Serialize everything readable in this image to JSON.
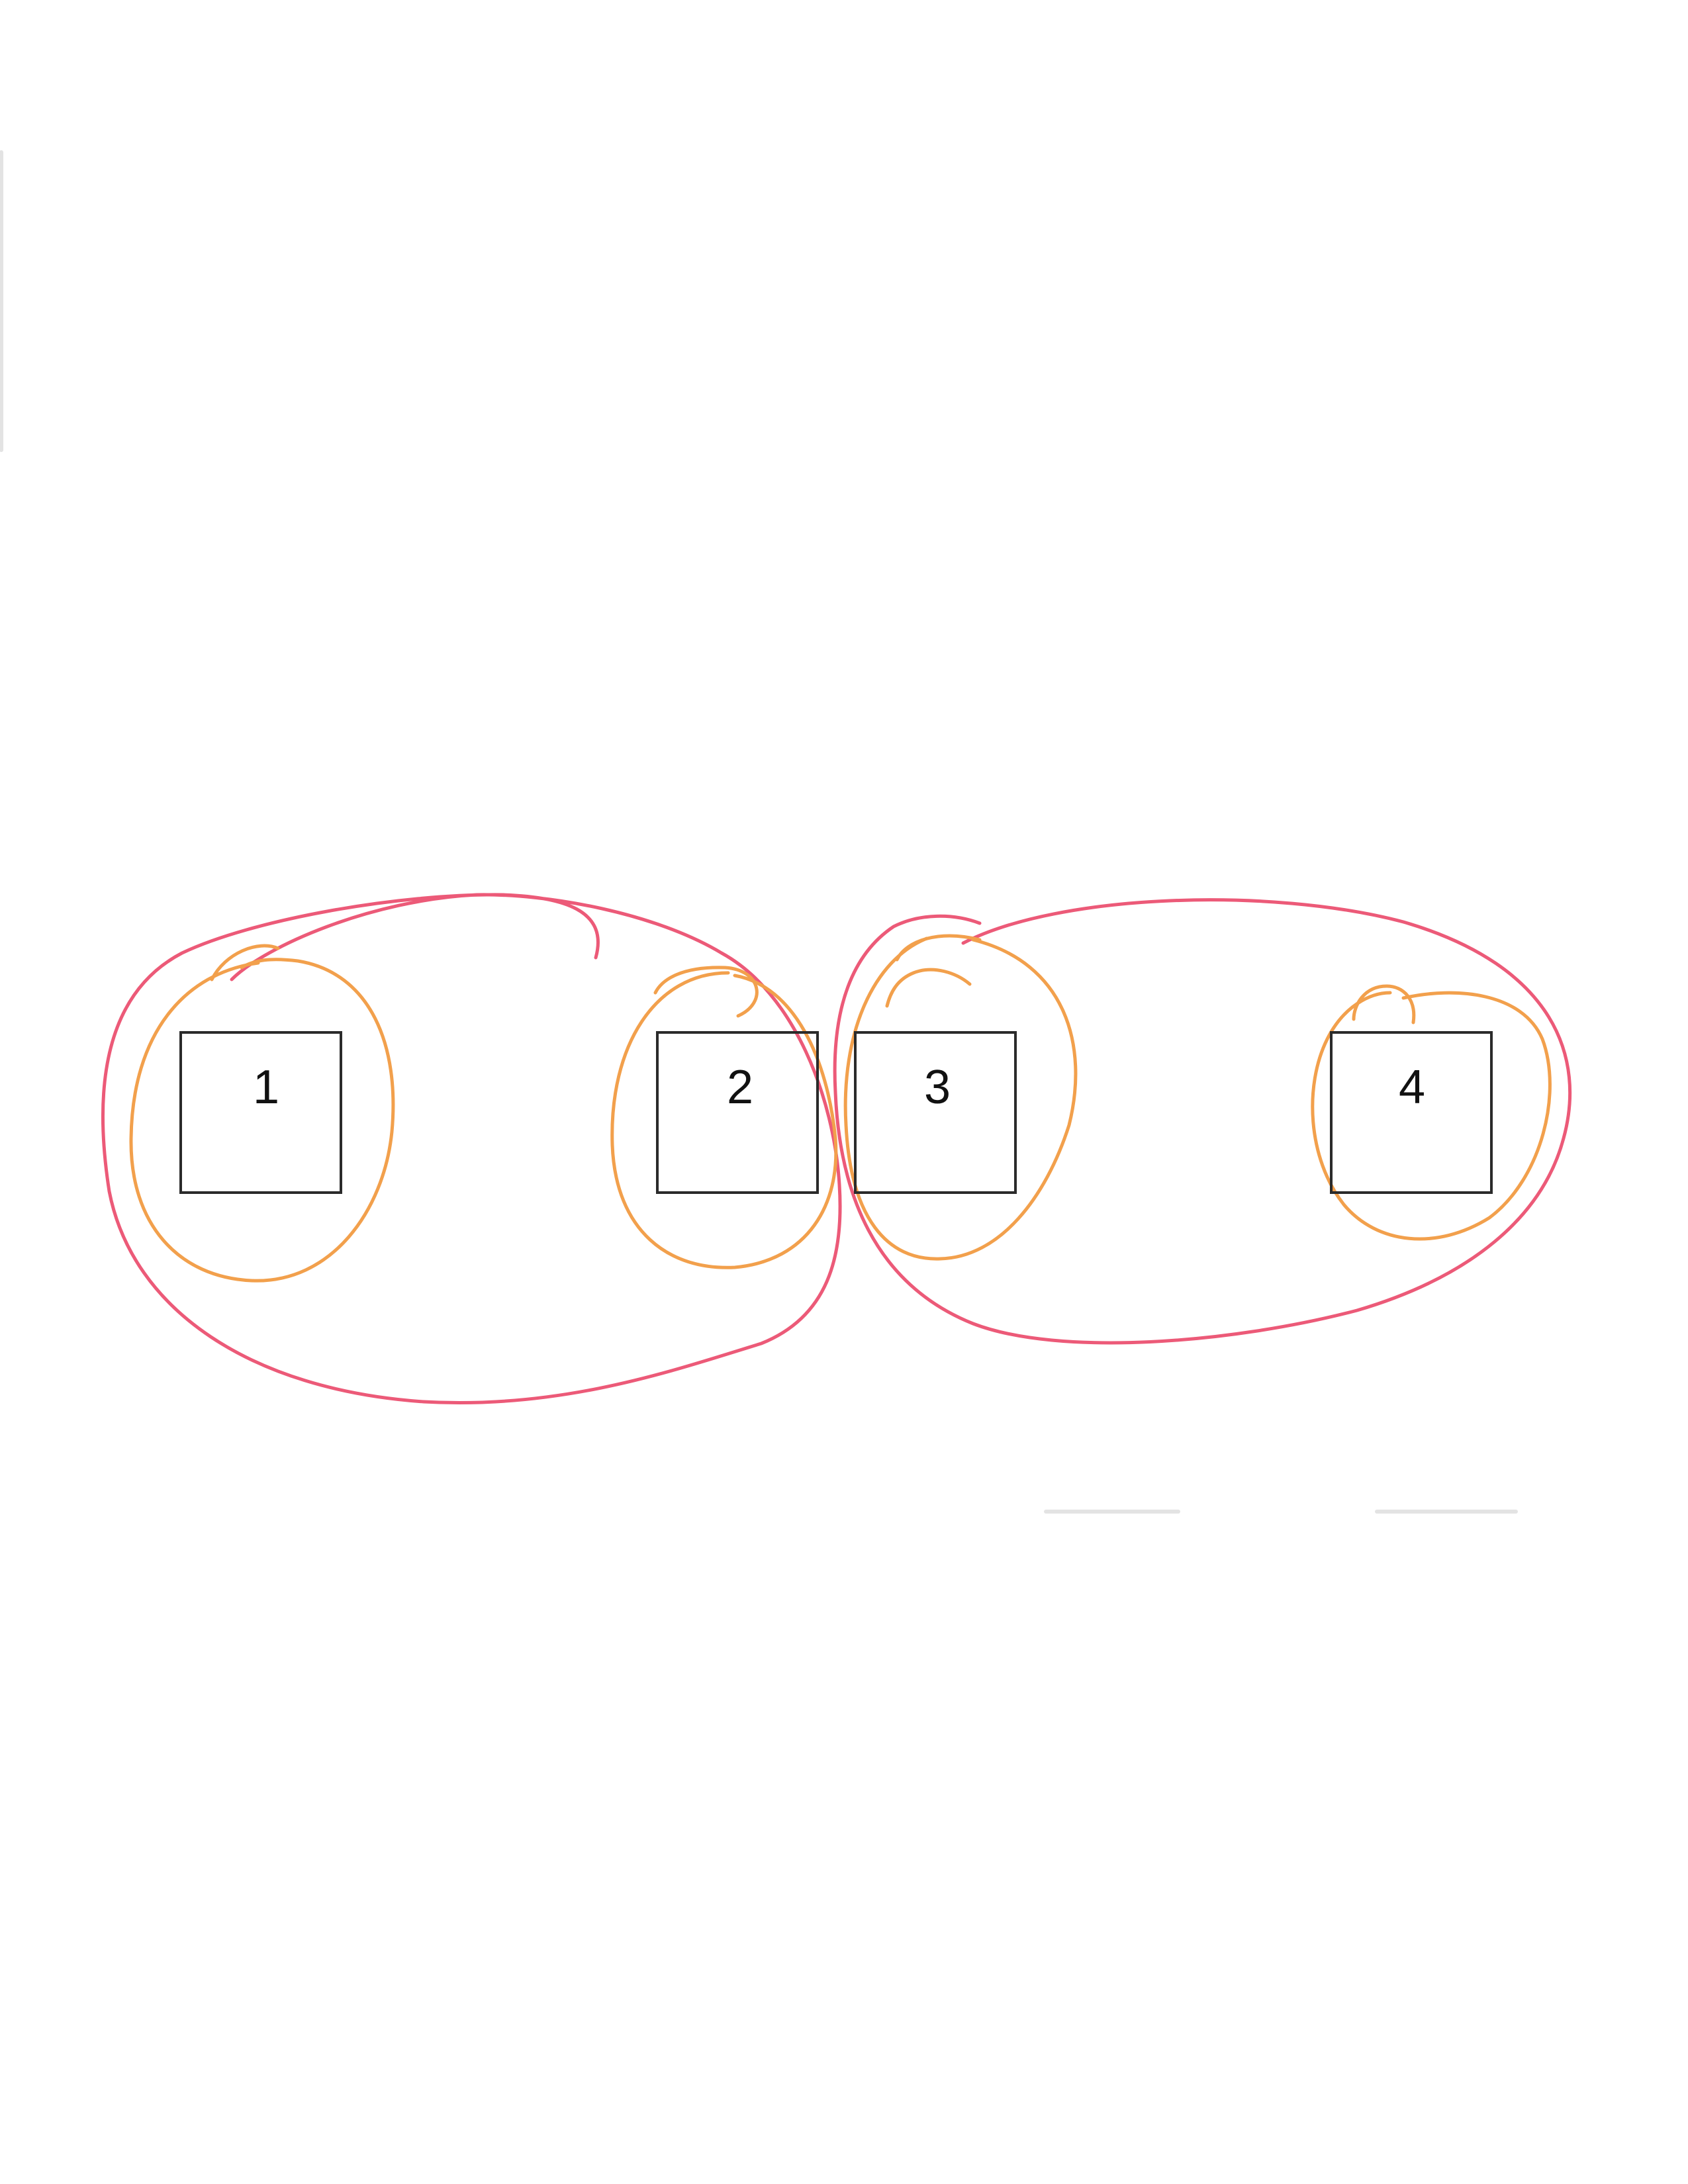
{
  "boxes": [
    {
      "label": "1"
    },
    {
      "label": "2"
    },
    {
      "label": "3"
    },
    {
      "label": "4"
    }
  ],
  "colors": {
    "box_stroke": "#2b2b2b",
    "small_loop": "#f2a04c",
    "large_loop": "#ec5a78",
    "background": "#ffffff"
  }
}
